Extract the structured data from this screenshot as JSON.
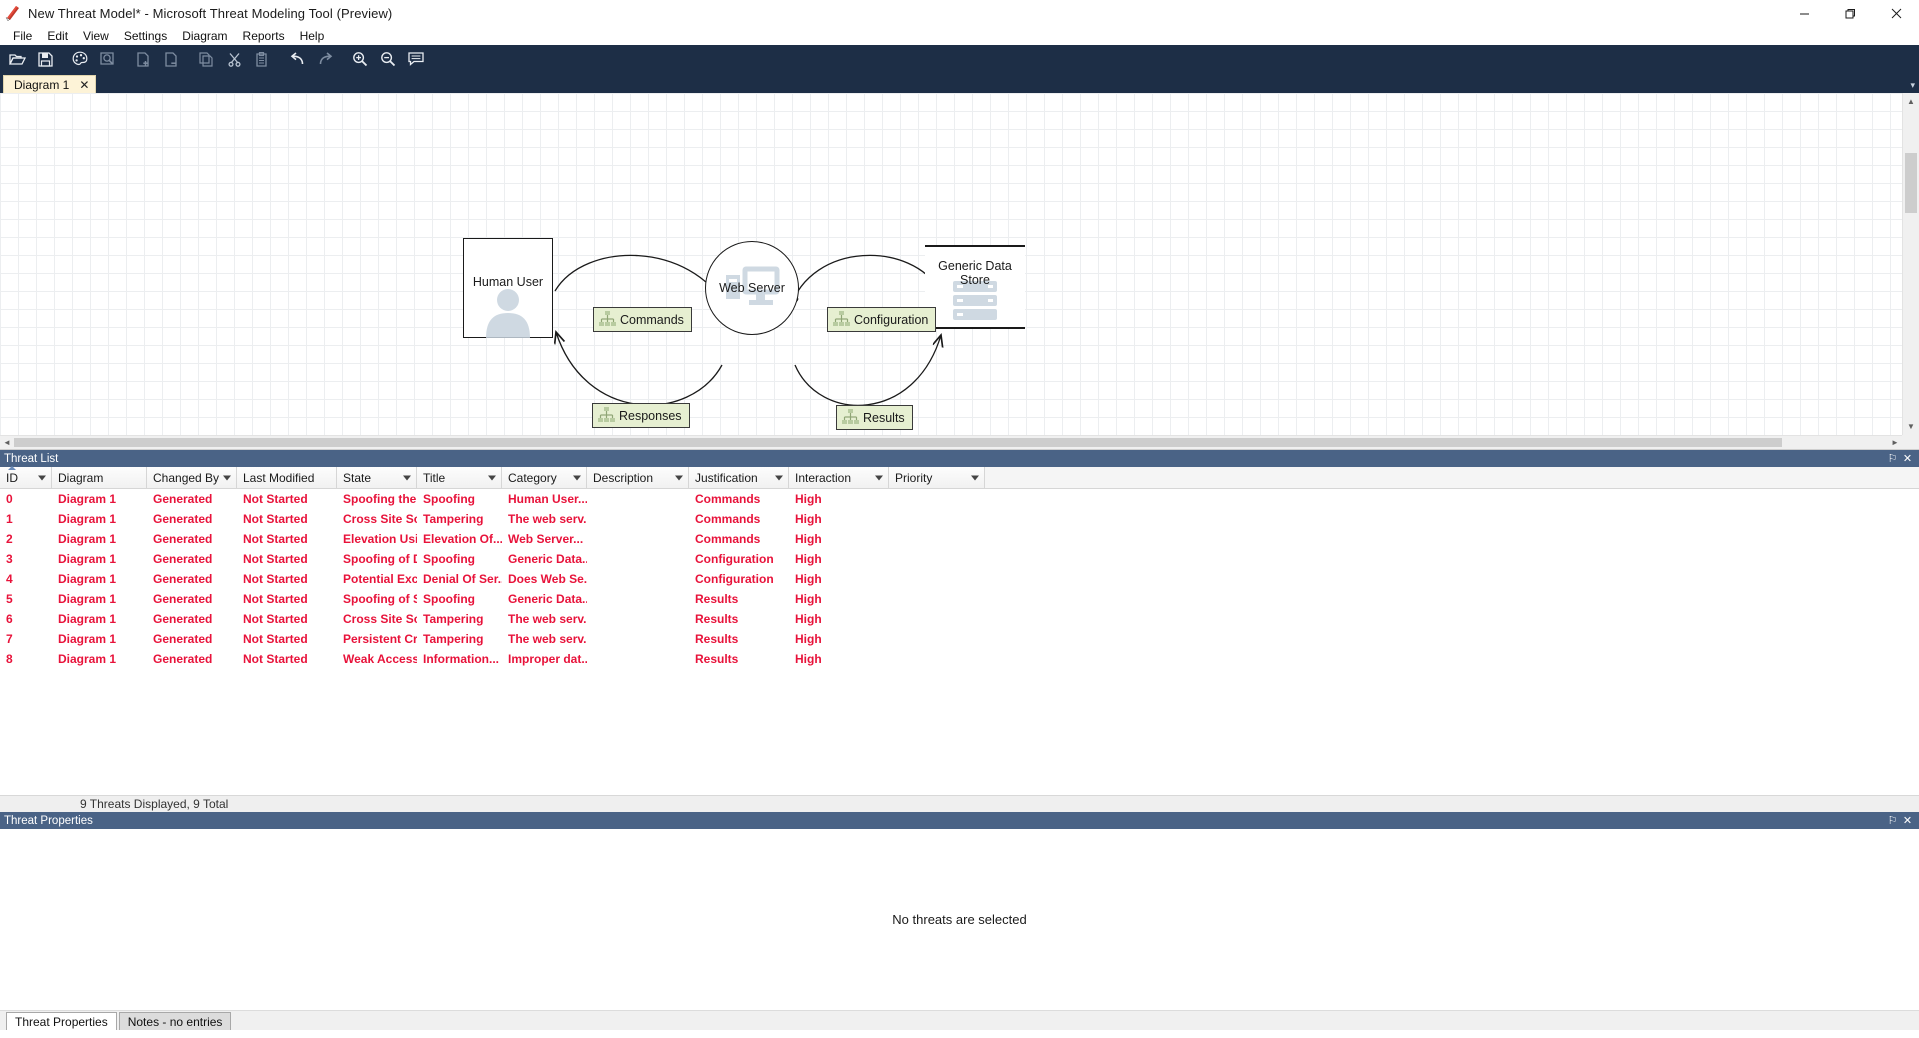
{
  "window": {
    "title": "New Threat Model* - Microsoft Threat Modeling Tool  (Preview)",
    "minimize": "—",
    "maximize": "❐",
    "close": "✕"
  },
  "menubar": {
    "items": [
      {
        "label": "File",
        "name": "menu-file"
      },
      {
        "label": "Edit",
        "name": "menu-edit"
      },
      {
        "label": "View",
        "name": "menu-view"
      },
      {
        "label": "Settings",
        "name": "menu-settings"
      },
      {
        "label": "Diagram",
        "name": "menu-diagram"
      },
      {
        "label": "Reports",
        "name": "menu-reports"
      },
      {
        "label": "Help",
        "name": "menu-help"
      }
    ]
  },
  "toolbar": {
    "buttons": [
      {
        "icon": "open-folder-icon",
        "title": "Open"
      },
      {
        "icon": "save-icon",
        "title": "Save"
      },
      {
        "icon": "palette-icon",
        "title": "Stencil Palette"
      },
      {
        "icon": "analysis-view-icon",
        "title": "Analysis View"
      },
      {
        "icon": "add-diagram-icon",
        "title": "Add Diagram"
      },
      {
        "icon": "remove-diagram-icon",
        "title": "Remove Diagram"
      },
      {
        "icon": "copy-page-icon",
        "title": "Copy"
      },
      {
        "icon": "cut-scissors-icon",
        "title": "Cut"
      },
      {
        "icon": "paste-clipboard-icon",
        "title": "Paste"
      },
      {
        "icon": "undo-arrow-icon",
        "title": "Undo"
      },
      {
        "icon": "redo-arrow-icon",
        "title": "Redo"
      },
      {
        "icon": "zoom-in-icon",
        "title": "Zoom In"
      },
      {
        "icon": "zoom-out-icon",
        "title": "Zoom Out"
      },
      {
        "icon": "comment-icon",
        "title": "Notes"
      }
    ]
  },
  "tabstrip": {
    "tabs": [
      {
        "label": "Diagram 1",
        "close": "✕",
        "active": true
      }
    ],
    "overflow": "▾"
  },
  "diagram": {
    "nodes": [
      {
        "name": "external-entity-human-user",
        "label": "Human User",
        "type": "external-entity",
        "glyph": "person-glyph"
      },
      {
        "name": "process-web-server",
        "label": "Web Server",
        "type": "process",
        "glyph": "monitor-glyph"
      },
      {
        "name": "data-store-generic",
        "label": "Generic Data\nStore",
        "type": "data-store",
        "glyph": "database-glyph"
      }
    ],
    "flows": [
      {
        "name": "flow-commands",
        "label": "Commands"
      },
      {
        "name": "flow-responses",
        "label": "Responses"
      },
      {
        "name": "flow-configuration",
        "label": "Configuration"
      },
      {
        "name": "flow-results",
        "label": "Results"
      }
    ],
    "data_store_lines": [
      "Generic Data",
      "Store"
    ]
  },
  "threat_list": {
    "panel_title": "Threat List",
    "pin_icon": "⚐",
    "close_icon": "✕",
    "columns": [
      {
        "label": "ID",
        "width": 52,
        "sorted": true
      },
      {
        "label": "Diagram",
        "width": 95,
        "filter": false
      },
      {
        "label": "Changed By",
        "width": 90,
        "filter": true
      },
      {
        "label": "Last Modified",
        "width": 100,
        "filter": false
      },
      {
        "label": "State",
        "width": 80,
        "filter": true
      },
      {
        "label": "Title",
        "width": 85,
        "filter": true
      },
      {
        "label": "Category",
        "width": 85,
        "filter": true
      },
      {
        "label": "Description",
        "width": 102,
        "filter": true
      },
      {
        "label": "Justification",
        "width": 100,
        "filter": true
      },
      {
        "label": "Interaction",
        "width": 100,
        "filter": true
      },
      {
        "label": "Priority",
        "width": 96,
        "filter": true
      }
    ],
    "rows": [
      {
        "id": "0",
        "diagram": "Diagram 1",
        "changed_by": "Generated",
        "last_modified": "Not Started",
        "state": "Spoofing the...",
        "title": "Spoofing",
        "category": "Human User...",
        "description": "",
        "justification": "Commands",
        "interaction": "High"
      },
      {
        "id": "1",
        "diagram": "Diagram 1",
        "changed_by": "Generated",
        "last_modified": "Not Started",
        "state": "Cross Site Scr...",
        "title": "Tampering",
        "category": "The web serv...",
        "description": "",
        "justification": "Commands",
        "interaction": "High"
      },
      {
        "id": "2",
        "diagram": "Diagram 1",
        "changed_by": "Generated",
        "last_modified": "Not Started",
        "state": "Elevation Usi...",
        "title": "Elevation Of...",
        "category": "Web Server...",
        "description": "",
        "justification": "Commands",
        "interaction": "High"
      },
      {
        "id": "3",
        "diagram": "Diagram 1",
        "changed_by": "Generated",
        "last_modified": "Not Started",
        "state": "Spoofing of D...",
        "title": "Spoofing",
        "category": "Generic Data...",
        "description": "",
        "justification": "Configuration",
        "interaction": "High"
      },
      {
        "id": "4",
        "diagram": "Diagram 1",
        "changed_by": "Generated",
        "last_modified": "Not Started",
        "state": "Potential Exc...",
        "title": "Denial Of Ser...",
        "category": "Does Web Se...",
        "description": "",
        "justification": "Configuration",
        "interaction": "High"
      },
      {
        "id": "5",
        "diagram": "Diagram 1",
        "changed_by": "Generated",
        "last_modified": "Not Started",
        "state": "Spoofing of S...",
        "title": "Spoofing",
        "category": "Generic Data...",
        "description": "",
        "justification": "Results",
        "interaction": "High"
      },
      {
        "id": "6",
        "diagram": "Diagram 1",
        "changed_by": "Generated",
        "last_modified": "Not Started",
        "state": "Cross Site Scr...",
        "title": "Tampering",
        "category": "The web serv...",
        "description": "",
        "justification": "Results",
        "interaction": "High"
      },
      {
        "id": "7",
        "diagram": "Diagram 1",
        "changed_by": "Generated",
        "last_modified": "Not Started",
        "state": "Persistent Cr...",
        "title": "Tampering",
        "category": "The web serv...",
        "description": "",
        "justification": "Results",
        "interaction": "High"
      },
      {
        "id": "8",
        "diagram": "Diagram 1",
        "changed_by": "Generated",
        "last_modified": "Not Started",
        "state": "Weak Access...",
        "title": "Information...",
        "category": "Improper dat...",
        "description": "",
        "justification": "Results",
        "interaction": "High"
      }
    ],
    "status": "9 Threats Displayed, 9 Total"
  },
  "threat_properties": {
    "panel_title": "Threat Properties",
    "pin_icon": "⚐",
    "close_icon": "✕",
    "empty_message": "No threats are selected",
    "tabs": [
      {
        "label": "Threat Properties",
        "active": true
      },
      {
        "label": "Notes - no entries",
        "active": false
      }
    ]
  },
  "colors": {
    "chrome_dark": "#1d2e46",
    "panel_header": "#4a6386",
    "threat_text": "#e8123a",
    "tab_active": "#fdf3d7",
    "flow_label_bg": "#e6efd1"
  }
}
